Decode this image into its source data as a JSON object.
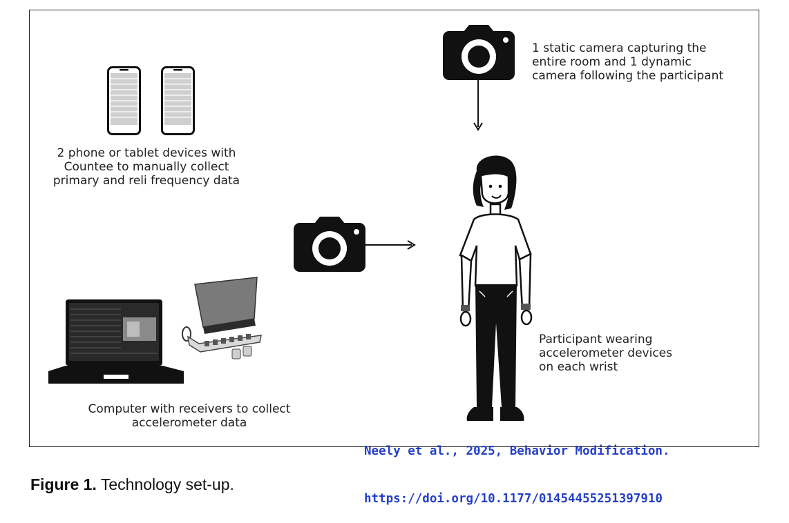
{
  "phones_label": [
    "2 phone or tablet devices with",
    "Countee to manually collect",
    "primary and reli frequency data"
  ],
  "camera_label": [
    "1 static camera capturing the",
    "entire room and 1 dynamic",
    "camera following the participant"
  ],
  "computer_label": [
    "Computer with receivers to collect",
    "accelerometer data"
  ],
  "participant_label": [
    "Participant wearing",
    "accelerometer devices",
    "on each wrist"
  ],
  "watermark": [
    "Neely et al., 2025, Behavior Modification.",
    "https://doi.org/10.1177/01454455251397910"
  ],
  "caption": {
    "label": "Figure 1.",
    "text": "Technology set-up."
  },
  "icons": [
    "phone-icon",
    "phone-icon",
    "camera-icon",
    "camera-icon",
    "laptop-icon",
    "receiver-icon",
    "participant-figure"
  ]
}
